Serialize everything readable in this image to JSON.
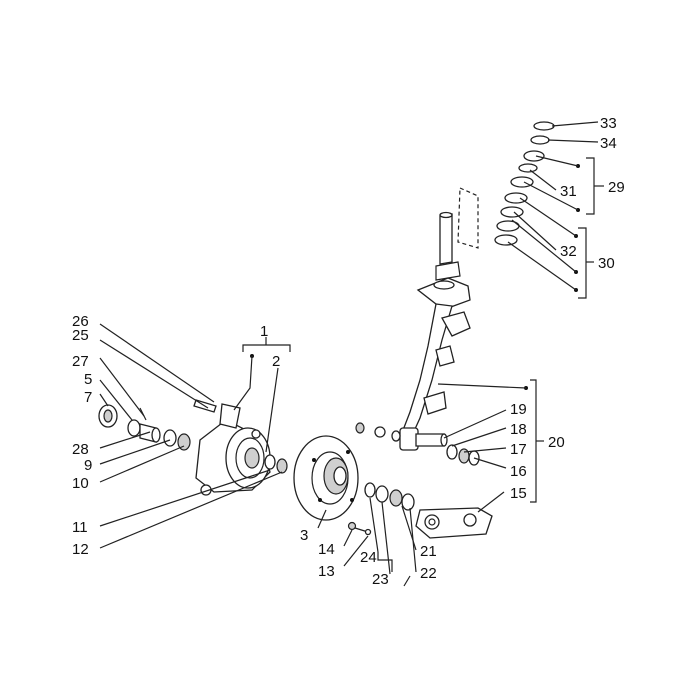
{
  "callouts": [
    {
      "id": "c1",
      "text": "1"
    },
    {
      "id": "c2",
      "text": "2"
    },
    {
      "id": "c3",
      "text": "3"
    },
    {
      "id": "c5",
      "text": "5"
    },
    {
      "id": "c7",
      "text": "7"
    },
    {
      "id": "c9",
      "text": "9"
    },
    {
      "id": "c10",
      "text": "10"
    },
    {
      "id": "c11",
      "text": "11"
    },
    {
      "id": "c12",
      "text": "12"
    },
    {
      "id": "c13",
      "text": "13"
    },
    {
      "id": "c14",
      "text": "14"
    },
    {
      "id": "c15",
      "text": "15"
    },
    {
      "id": "c16",
      "text": "16"
    },
    {
      "id": "c17",
      "text": "17"
    },
    {
      "id": "c18",
      "text": "18"
    },
    {
      "id": "c19",
      "text": "19"
    },
    {
      "id": "c20",
      "text": "20"
    },
    {
      "id": "c21",
      "text": "21"
    },
    {
      "id": "c22",
      "text": "22"
    },
    {
      "id": "c23",
      "text": "23"
    },
    {
      "id": "c24",
      "text": "24"
    },
    {
      "id": "c25",
      "text": "25"
    },
    {
      "id": "c26",
      "text": "26"
    },
    {
      "id": "c27",
      "text": "27"
    },
    {
      "id": "c28",
      "text": "28"
    },
    {
      "id": "c29",
      "text": "29"
    },
    {
      "id": "c30",
      "text": "30"
    },
    {
      "id": "c31",
      "text": "31"
    },
    {
      "id": "c32",
      "text": "32"
    },
    {
      "id": "c33",
      "text": "33"
    },
    {
      "id": "c34",
      "text": "34"
    }
  ]
}
